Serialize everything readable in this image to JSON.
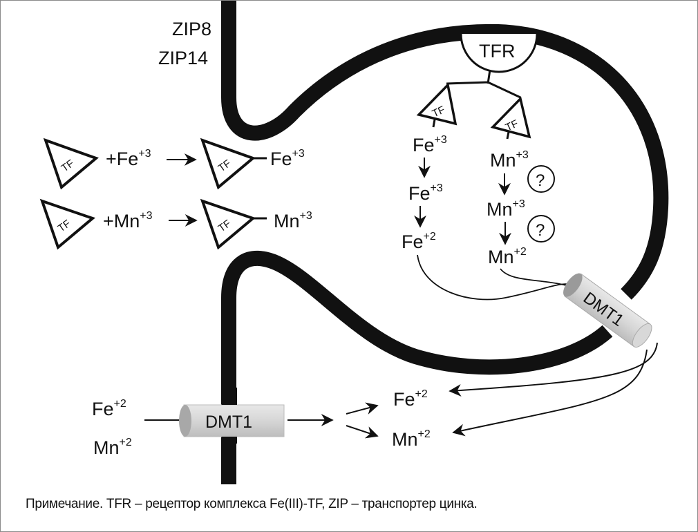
{
  "labels": {
    "zip8": "ZIP8",
    "zip14": "ZIP14",
    "tfr": "TFR",
    "tf": "TF",
    "fe": "Fe",
    "mn": "Mn",
    "plus_fe": "+Fe",
    "plus_mn": "+Mn",
    "charge3": "+3",
    "charge2": "+2",
    "dmt1": "DMT1",
    "question": "?"
  },
  "note": "Примечание. TFR – рецептор комплекса Fe(III)-TF, ZIP – транспортер цинка."
}
